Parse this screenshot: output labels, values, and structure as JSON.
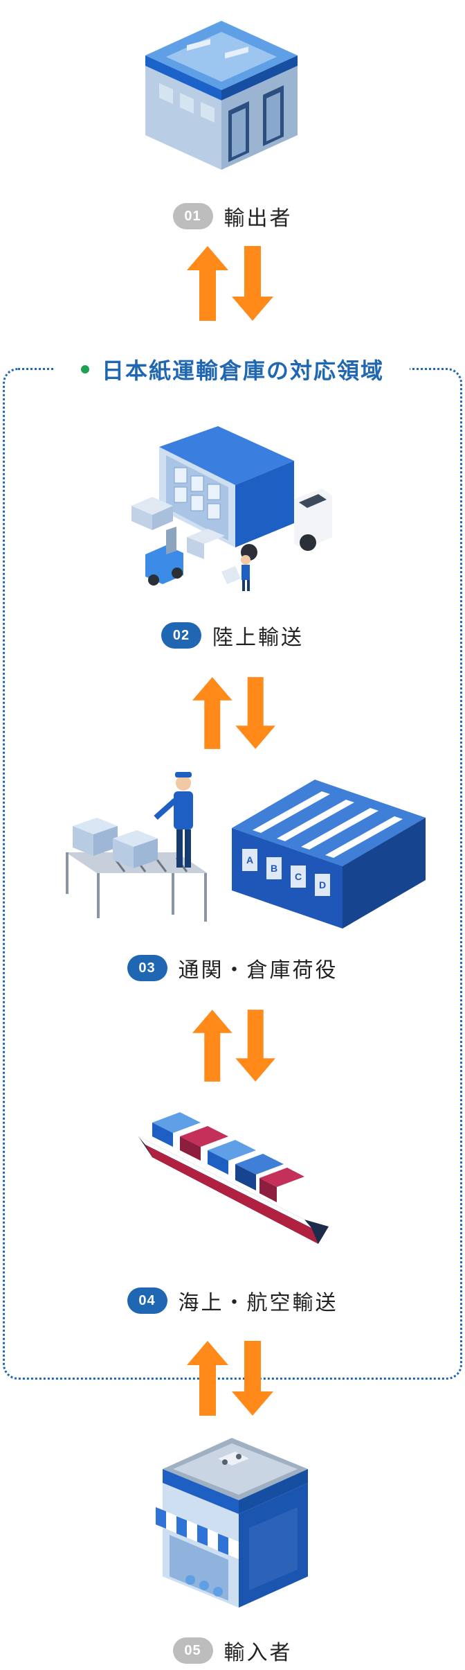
{
  "region": {
    "title": "日本紙運輸倉庫の対応領域",
    "border_color": "#1f66b3",
    "dot_color": "#1fa053"
  },
  "steps": [
    {
      "number": "01",
      "label": "輸出者",
      "badge_color": "#bdbdbd",
      "icon": "warehouse-building-icon"
    },
    {
      "number": "02",
      "label": "陸上輸送",
      "badge_color": "#1f66b3",
      "icon": "truck-forklift-icon"
    },
    {
      "number": "03",
      "label": "通関・倉庫荷役",
      "badge_color": "#1f66b3",
      "icon": "conveyor-warehouse-icon"
    },
    {
      "number": "04",
      "label": "海上・航空輸送",
      "badge_color": "#1f66b3",
      "icon": "container-ship-icon"
    },
    {
      "number": "05",
      "label": "輸入者",
      "badge_color": "#bdbdbd",
      "icon": "store-building-icon"
    }
  ],
  "arrow_color": "#ff8a1a",
  "warehouse_labels": [
    "A",
    "B",
    "C",
    "D"
  ]
}
